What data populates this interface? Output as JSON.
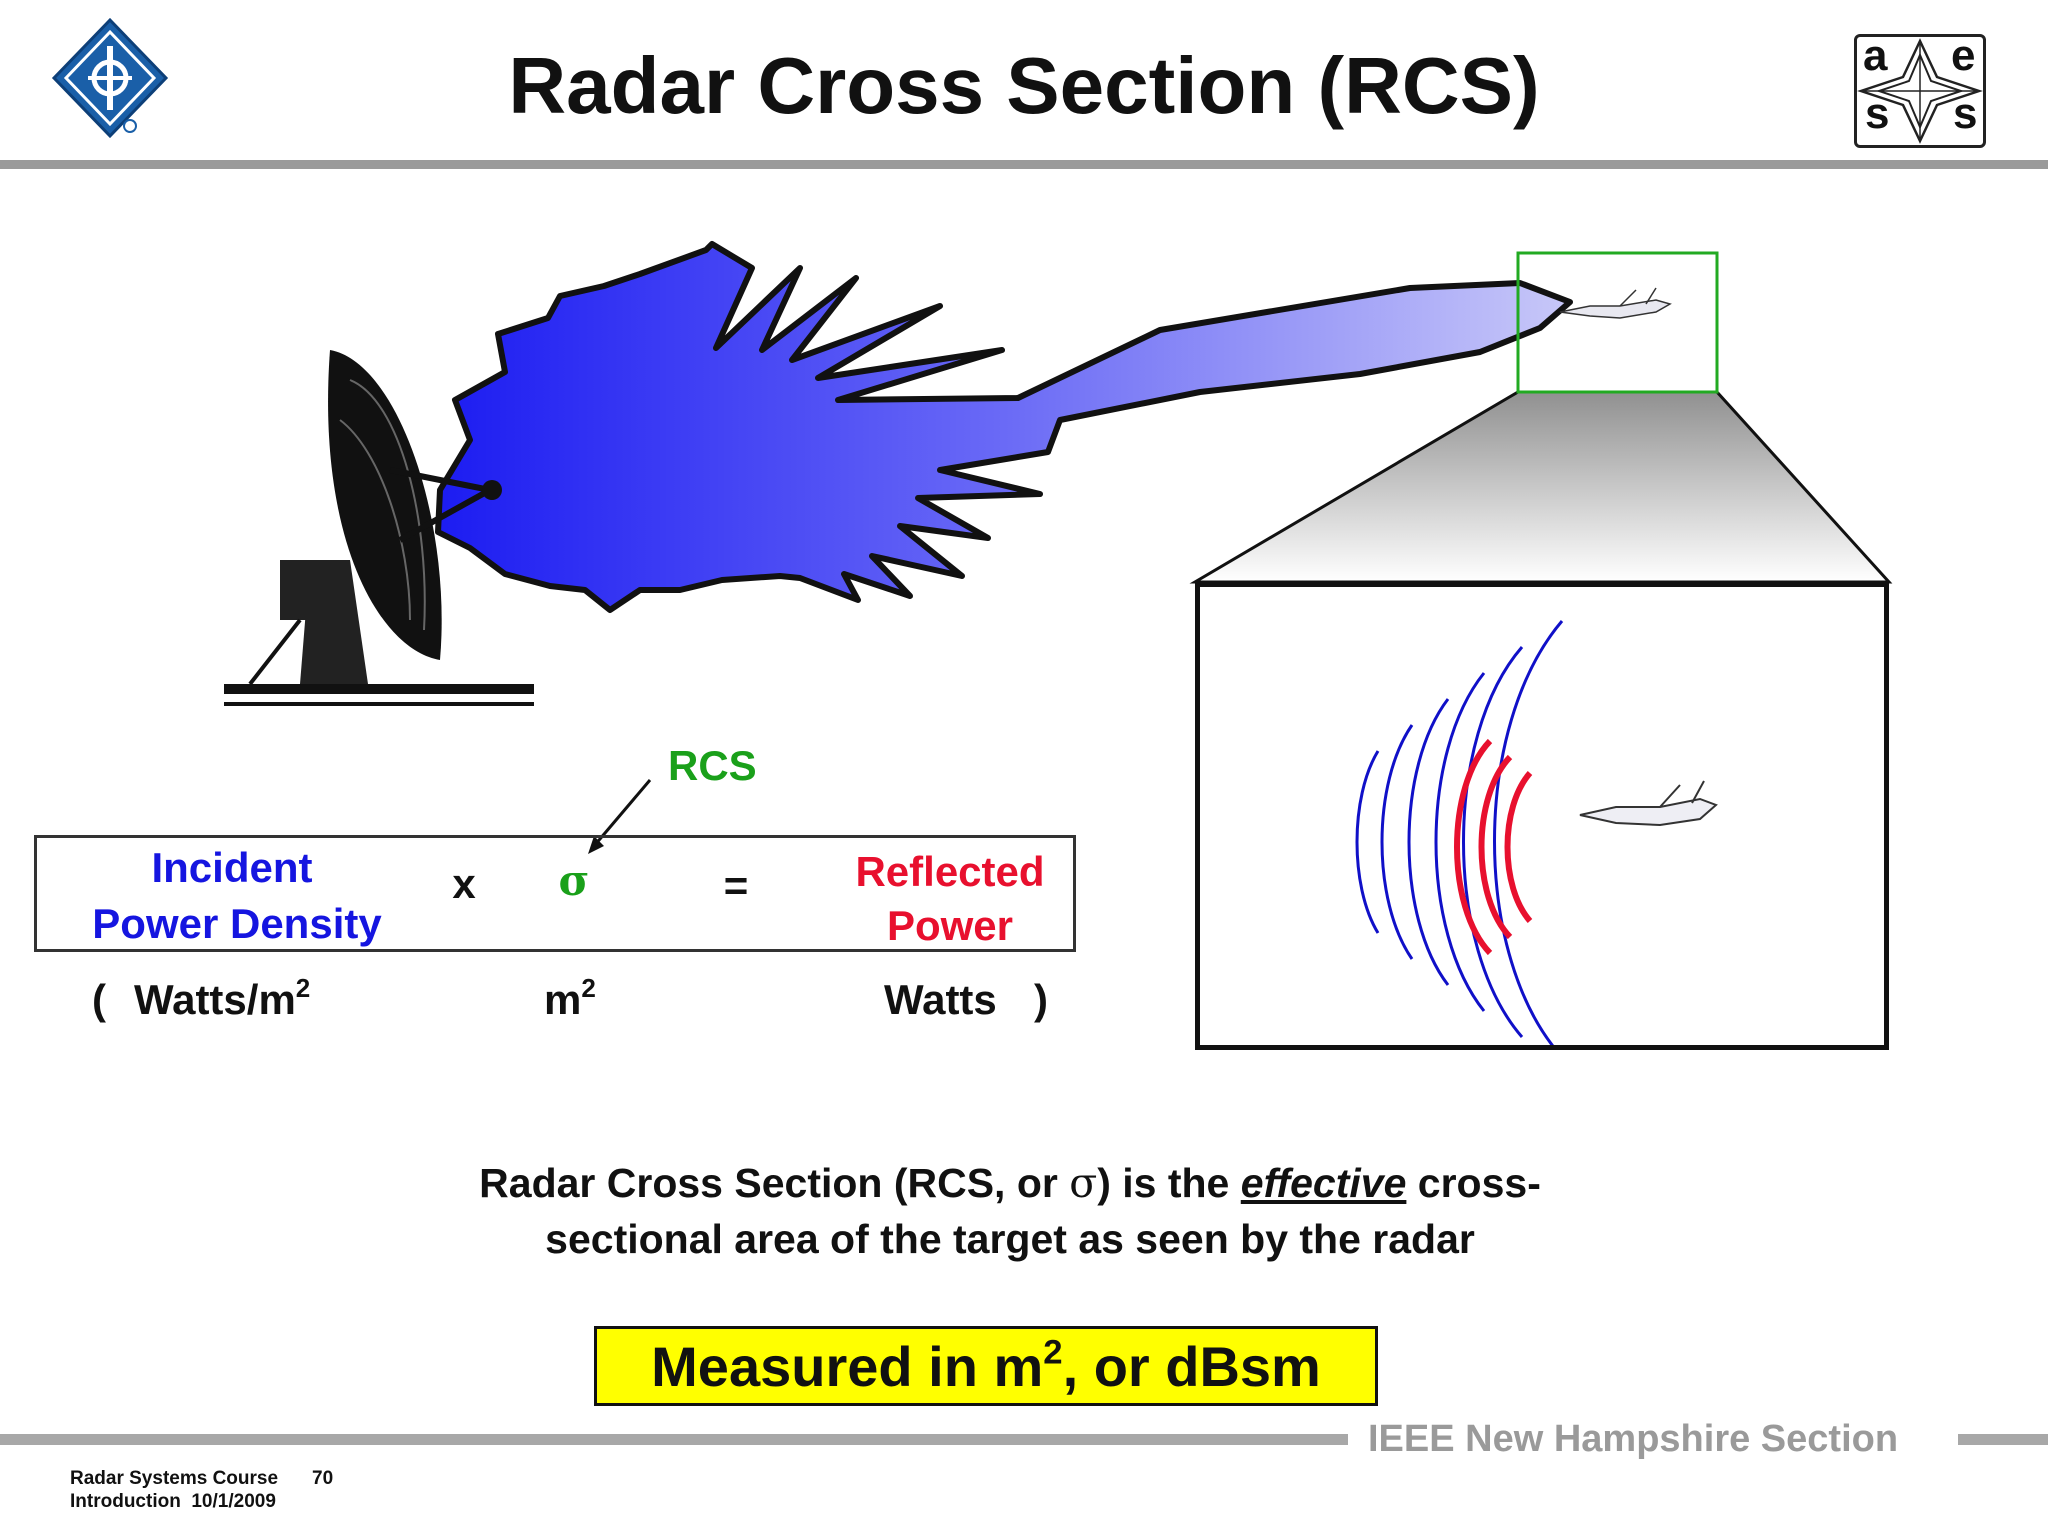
{
  "slide": {
    "title": "Radar Cross Section (RCS)"
  },
  "logos": {
    "left": "ieee-logo",
    "right": {
      "name": "aess-logo",
      "letters": [
        "a",
        "e",
        "s",
        "s"
      ]
    }
  },
  "diagram": {
    "rcs_label": "RCS",
    "beam_color": "#3030f0",
    "zoom_box_color": "#22aa22",
    "wave_colors": {
      "incident": "#1010c8",
      "reflected": "#e8102e"
    }
  },
  "equation": {
    "incident_line1": "Incident",
    "incident_line2": "Power  Density",
    "times": "x",
    "sigma": "σ",
    "equals": "=",
    "reflected_line1": "Reflected",
    "reflected_line2": "Power",
    "units": {
      "open_paren": "(",
      "watts_per_m": "Watts/m",
      "watts_per_m_exp": "2",
      "m": "m",
      "m_exp": "2",
      "watts": "Watts",
      "close_paren": ")"
    }
  },
  "description": {
    "part1": "Radar Cross Section (RCS, or ",
    "sigma": "σ",
    "part2": ") is the ",
    "emphasis": "effective",
    "part3": " cross-",
    "line2": "sectional area of the target as seen by the radar"
  },
  "callout": {
    "part1": "Measured in m",
    "exp": "2",
    "part2": ", or dBsm"
  },
  "footer": {
    "course": "Radar Systems Course",
    "page": "70",
    "intro": "Introduction  10/1/2009",
    "section": "IEEE New Hampshire Section"
  }
}
